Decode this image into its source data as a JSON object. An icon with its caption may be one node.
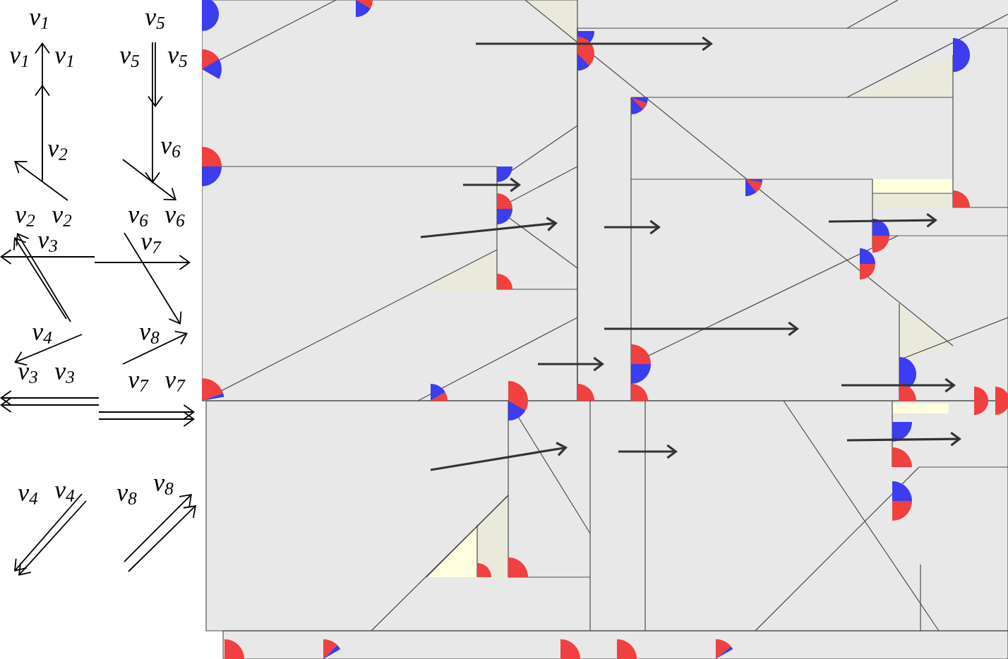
{
  "diagram": {
    "labels": [
      "v$_{1}$",
      "v$_{5}$",
      "v$_{1}$",
      "v$_{1}$",
      "v$_{5}$",
      "v$_{5}$",
      "v$_{2}$",
      "v$_{6}$",
      "v$_{2}$",
      "v$_{2}$",
      "v$_{6}$",
      "v$_{6}$",
      "v$_{3}$",
      "v$_{7}$",
      "v$_{4}$",
      "v$_{8}$",
      "v$_{3}$",
      "v$_{3}$",
      "v$_{7}$",
      "v$_{7}$",
      "v$_{4}$",
      "v$_{4}$",
      "v$_{8}$",
      "v$_{8}$"
    ]
  }
}
